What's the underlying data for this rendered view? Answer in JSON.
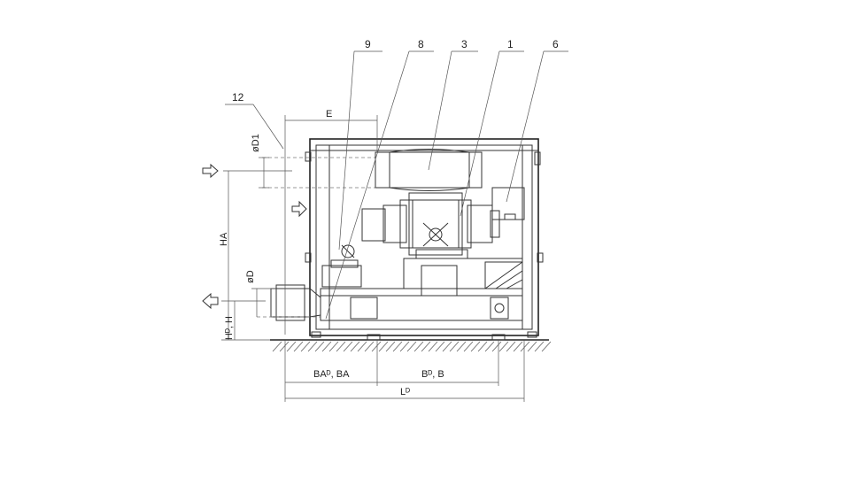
{
  "callouts": {
    "c9": "9",
    "c8": "8",
    "c3": "3",
    "c1": "1",
    "c6": "6",
    "c12": "12"
  },
  "dimensions": {
    "E": "E",
    "D1": "øD1",
    "HA": "HA",
    "D": "øD",
    "H": "Hᴰ, H",
    "BA": "BAᴰ, BA",
    "B": "Bᴰ, B",
    "L": "Lᴰ"
  }
}
